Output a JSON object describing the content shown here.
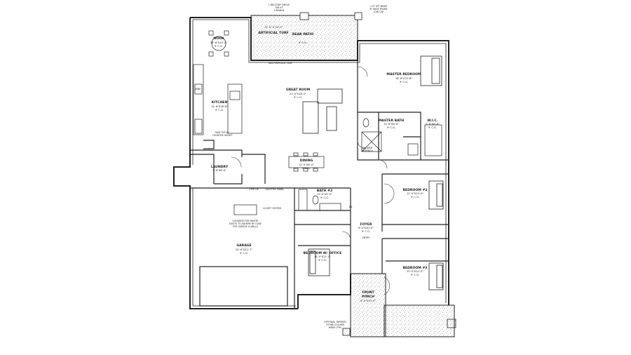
{
  "rooms": {
    "nook": {
      "name": "NOOK",
      "dim": "15'-6\"X10'-0\"",
      "ceiling": "9' C.G."
    },
    "patio": {
      "name": "12'-0\" X 20'-0\"",
      "sub": "ARTIFICIAL TURF",
      "extra": "REAR PATIO",
      "ceiling": "9' C.G."
    },
    "kitchen": {
      "name": "KITCHEN",
      "dim": "15'-6\"X18'-6\"",
      "ceiling": "9' C.G."
    },
    "great_room": {
      "name": "GREAT ROOM",
      "dim": "21'-0\"X16'-0\"",
      "ceiling": "9' C.G."
    },
    "master_bedroom": {
      "name": "MASTER BEDROOM",
      "dim": "16'-6\"X13'-8\"",
      "ceiling": "9' C.G."
    },
    "master_bath": {
      "name": "MASTER BATH",
      "dim": "10'-6\"X8'-6\"",
      "ceiling": "9' C.G."
    },
    "wic": {
      "name": "W.I.C.",
      "dim": "5'-6\"X8'-6\"",
      "ceiling": "9' C.G."
    },
    "laundry": {
      "name": "LAUNDRY",
      "dim": "9'-6\"X8'-6\""
    },
    "dining": {
      "name": "DINING",
      "dim": "12'-0\"X8'-0\"",
      "ceiling": "9' C.G."
    },
    "bath2": {
      "name": "BATH #2",
      "dim": "12'-0\"X5'-0\"",
      "ceiling": "9' C.G."
    },
    "bedroom2": {
      "name": "BEDROOM #2",
      "dim": "12'-0\"X10'-0\"",
      "ceiling": "9' C.G."
    },
    "foyer": {
      "name": "FOYER",
      "dim": "6'-0\"X20'-0\"",
      "ceiling": "9' C.G."
    },
    "garage": {
      "name": "GARAGE",
      "dim": "25'-6\"X22'-7\"",
      "ceiling": "9' C.G."
    },
    "bedroom_office": {
      "name": "BEDROOM W/ OFFICE",
      "dim": "12'-0\"X11'-0\"",
      "ceiling": "9' C.G."
    },
    "bedroom3": {
      "name": "BEDROOM #3",
      "dim": "12'-0\"X10'-0\"",
      "ceiling": "9' C.G."
    },
    "porch": {
      "name": "FRONT",
      "sub": "PORCH",
      "dim": "6'-0\"X10'-0\""
    }
  },
  "notes": {
    "gas_fire_pit": "GAS FIREPLACE TEMP",
    "bar_top": "BAR TOP W/",
    "bar_top2": "COUNTER HEIGHT",
    "step_up": "STEP UP",
    "elec_panel": "ELECTRIC PANEL",
    "shower": "SHOWER",
    "shower2": "W/BENCH",
    "closet_system": "CLOSET SYSTEM",
    "garage_note1": "4 BOARDS FOR PANTRY",
    "garage_note2": "EXISTS TO ADHERE BY CODE",
    "garage_note3": "FOR GARAGE & WALLS",
    "stone_col1": "OPTIONAL TAPERED",
    "stone_col2": "STONE COLUMN",
    "stone_col3": "WRAP (TYP)",
    "top_note1": "1 BALCONY SINGLE",
    "top_note2": "DIR  HT",
    "top_note3": "1 BRIDGE",
    "top_note4": "1 FT OFF BEAM",
    "top_note5": "6\" WIDE FRAME",
    "top_note6": "LOW CAP",
    "wine": "WINE",
    "entry": "ENTRY",
    "dn": "DN"
  }
}
